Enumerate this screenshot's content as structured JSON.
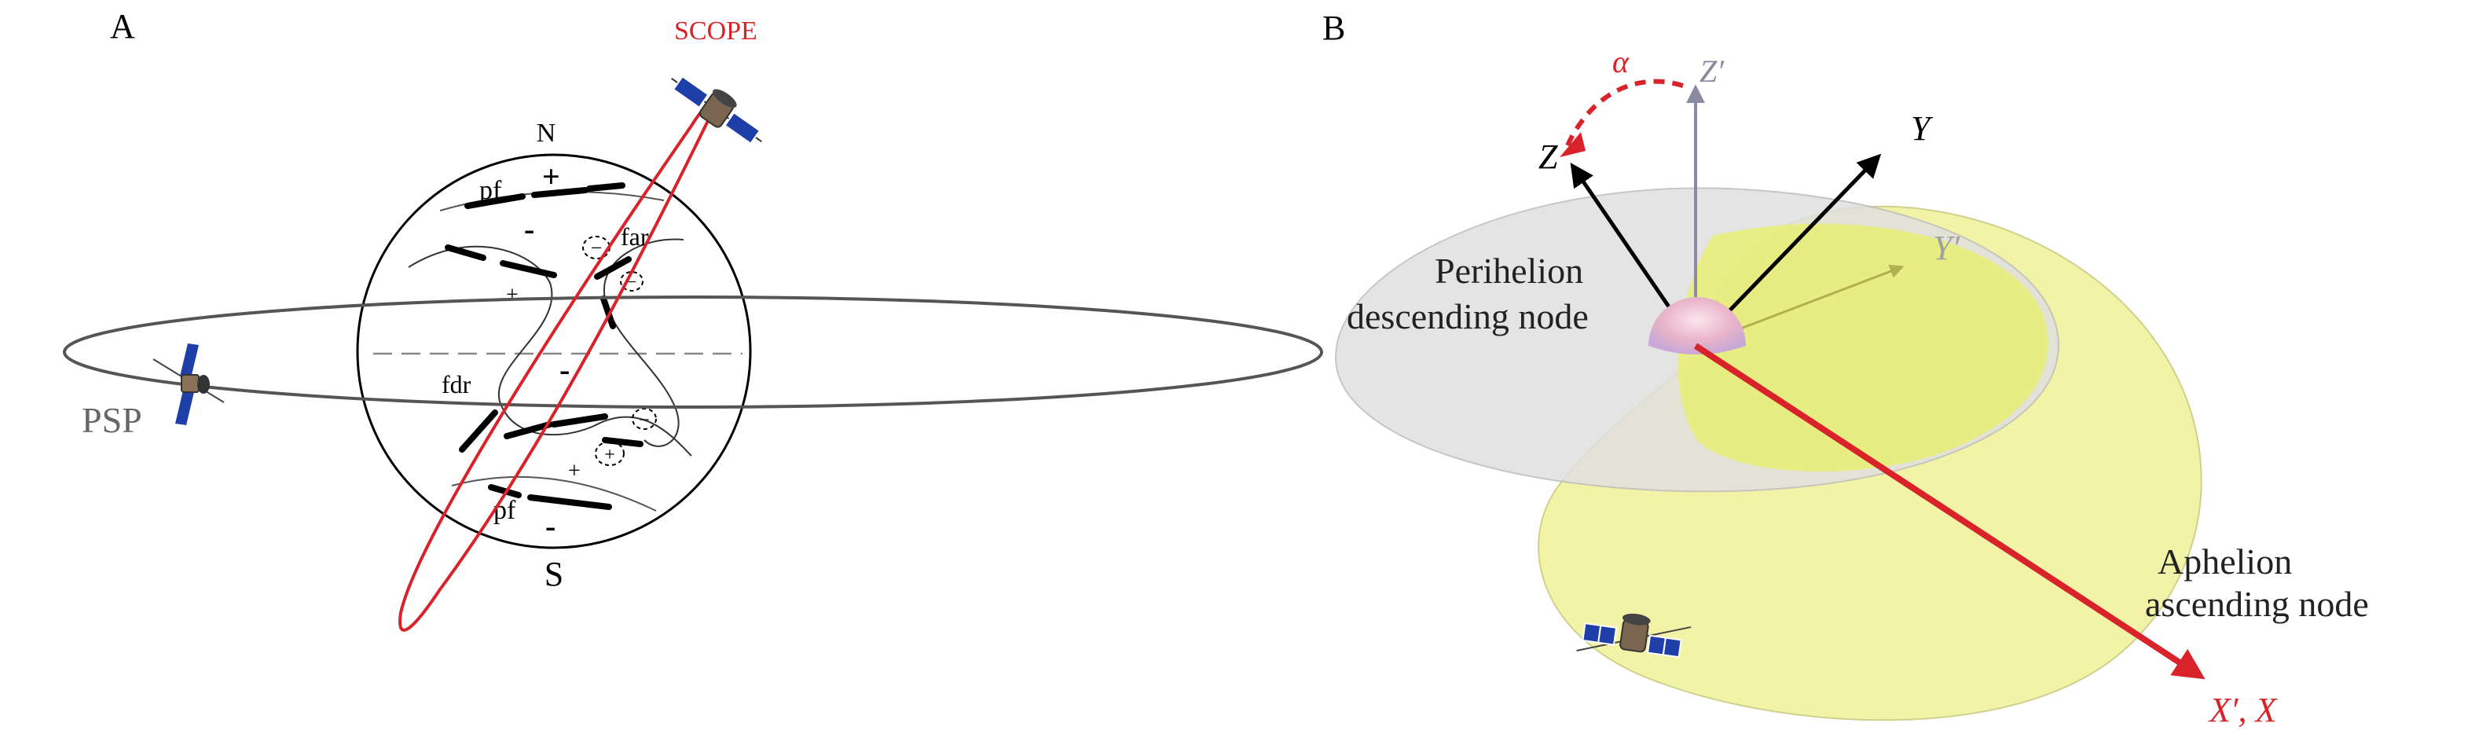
{
  "panel_a": {
    "label": "A",
    "scope_label": "SCOPE",
    "psp_label": "PSP",
    "north_label": "N",
    "south_label": "S",
    "pf_top_label": "pf",
    "pf_bottom_label": "pf",
    "far_label": "far",
    "fdr_label": "fdr",
    "plus_sign": "+",
    "minus_sign": "-",
    "circ_minus": "−",
    "circ_plus": "+",
    "colors": {
      "scope_orbit": "#d9232a",
      "psp_orbit": "#555555",
      "solar_panel": "#1f3fa8"
    }
  },
  "panel_b": {
    "label": "B",
    "alpha_label": "α",
    "z_prime_label": "Z′",
    "z_label": "Z",
    "y_label": "Y",
    "y_prime_label": "Y′",
    "x_label": "X′, X",
    "perihelion_line1": "Perihelion",
    "perihelion_line2": "descending node",
    "aphelion_line1": "Aphelion",
    "aphelion_line2": "ascending node",
    "colors": {
      "yellow_plane": "#eef08a",
      "grey_plane": "#e2e2e2",
      "axis_red": "#d9232a"
    }
  }
}
